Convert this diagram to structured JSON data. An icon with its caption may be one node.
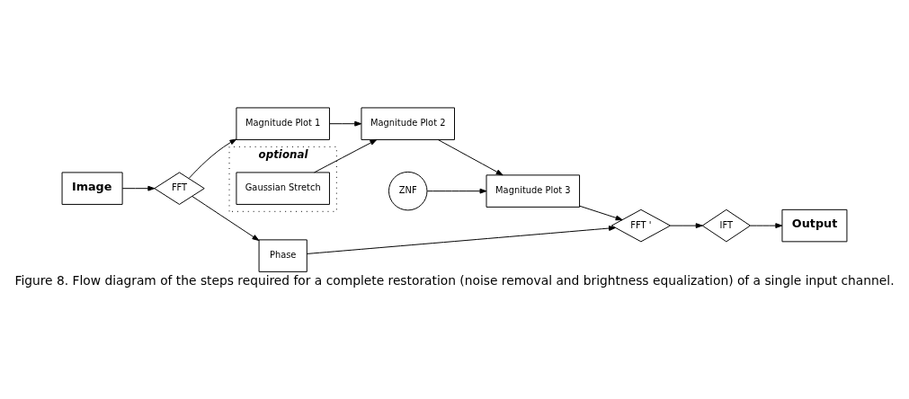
{
  "diagram": {
    "caption": "Figure 8. Flow diagram of the steps required for a complete restoration (noise removal and brightness equalization) of a single input channel.",
    "nodes": [
      {
        "text": [
          "Image"
        ]
      },
      {
        "text": [
          "FFT"
        ]
      },
      {
        "text": [
          "Magnitude Plot 1"
        ]
      },
      {
        "text": [
          "optional"
        ]
      },
      {
        "text": [
          "Gaussian Stretch"
        ],
        "in": 3
      },
      {
        "text": [
          "Magnitude Plot 2"
        ]
      },
      {
        "text": [
          "ZNF"
        ]
      },
      {
        "text": [
          "Magnitude Plot 3"
        ]
      },
      {
        "text": [
          "Phase"
        ]
      },
      {
        "text": [
          "FFT '"
        ]
      },
      {
        "text": [
          "IFT"
        ]
      },
      {
        "text": [
          "Output"
        ]
      }
    ],
    "edges": [
      {
        "from": 0,
        "to": 1,
        "arrow": "to"
      },
      {
        "from": 1,
        "to": 2,
        "arrow": "to"
      },
      {
        "from": 1,
        "to": 8,
        "arrow": "to"
      },
      {
        "from": 2,
        "to": 5,
        "arrow": "to"
      },
      {
        "from": 4,
        "to": 5,
        "arrow": "to"
      },
      {
        "from": 5,
        "to": 7,
        "arrow": "to"
      },
      {
        "from": 6,
        "to": 7,
        "arrow": "to"
      },
      {
        "from": 7,
        "to": 9,
        "arrow": "to"
      },
      {
        "from": 8,
        "to": 9,
        "arrow": "to"
      },
      {
        "from": 9,
        "to": 10,
        "arrow": "to"
      },
      {
        "from": 10,
        "to": 11,
        "arrow": "to"
      }
    ]
  }
}
